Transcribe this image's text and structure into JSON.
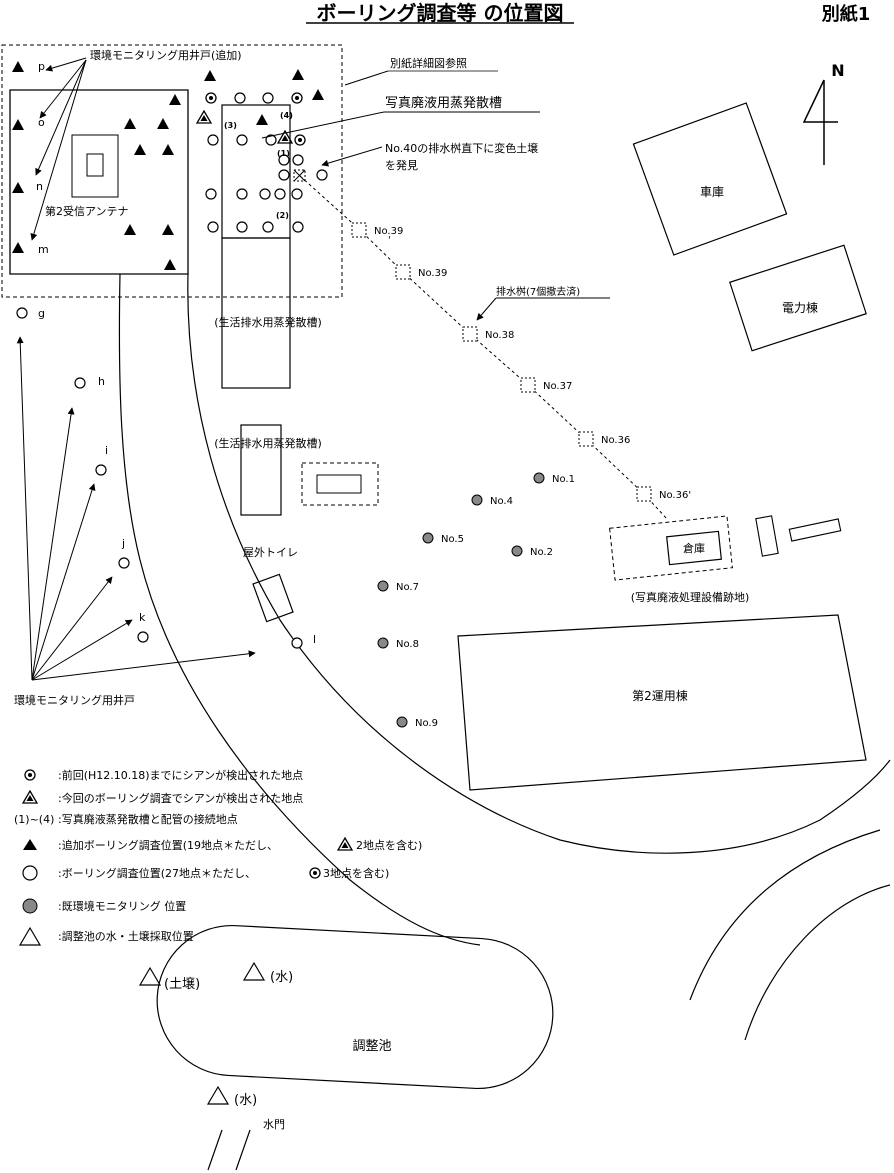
{
  "title": "ボーリング調査等 の位置図",
  "attachment": "別紙1",
  "north": "N",
  "annotations": {
    "monitoring_well_added": "環境モニタリング用井戸(追加)",
    "detail_ref": "別紙詳細図参照",
    "photo_evap_tank": "写真廃液用蒸発散槽",
    "no40_note_1": "No.40の排水桝直下に変色土壌",
    "no40_note_2": "を発見",
    "antenna": "第2受信アンテナ",
    "domestic_tank_1": "(生活排水用蒸発散槽)",
    "domestic_tank_2": "(生活排水用蒸発散槽)",
    "drain_removed": "排水桝(7個撤去済)",
    "outdoor_toilet": "屋外トイレ",
    "monitoring_well": "環境モニタリング用井戸",
    "photo_facility_site": "(写真廃液処理設備跡地)",
    "pond": "調整池",
    "water_gate": "水門",
    "soil": "(土壌)",
    "water1": "(水)",
    "water2": "(水)",
    "tick": "'"
  },
  "buildings": {
    "garage": "車庫",
    "power": "電力棟",
    "warehouse": "倉庫",
    "ops2": "第2運用棟"
  },
  "well_labels": [
    "p",
    "o",
    "n",
    "m",
    "g",
    "h",
    "i",
    "j",
    "k",
    "l"
  ],
  "connection_labels": [
    "(1)",
    "(2)",
    "(3)",
    "(4)"
  ],
  "drain_labels": [
    "No.39",
    "No.39",
    "No.38",
    "No.37",
    "No.36",
    "No.36'"
  ],
  "monitor_labels": [
    "No.1",
    "No.4",
    "No.5",
    "No.2",
    "No.7",
    "No.8",
    "No.9"
  ],
  "legend": [
    ":前回(H12.10.18)までにシアンが検出された地点",
    ":今回のボーリング調査でシアンが検出された地点",
    ":写真廃液蒸発散槽と配管の接続地点",
    ":追加ボーリング調査位置(19地点＊ただし、",
    "2地点を含む)",
    ":ボーリング調査位置(27地点＊ただし、",
    "3地点を含む)",
    ":既環境モニタリング 位置",
    ":調整池の水・土壌採取位置"
  ],
  "legend_prefix": "(1)~(4)"
}
